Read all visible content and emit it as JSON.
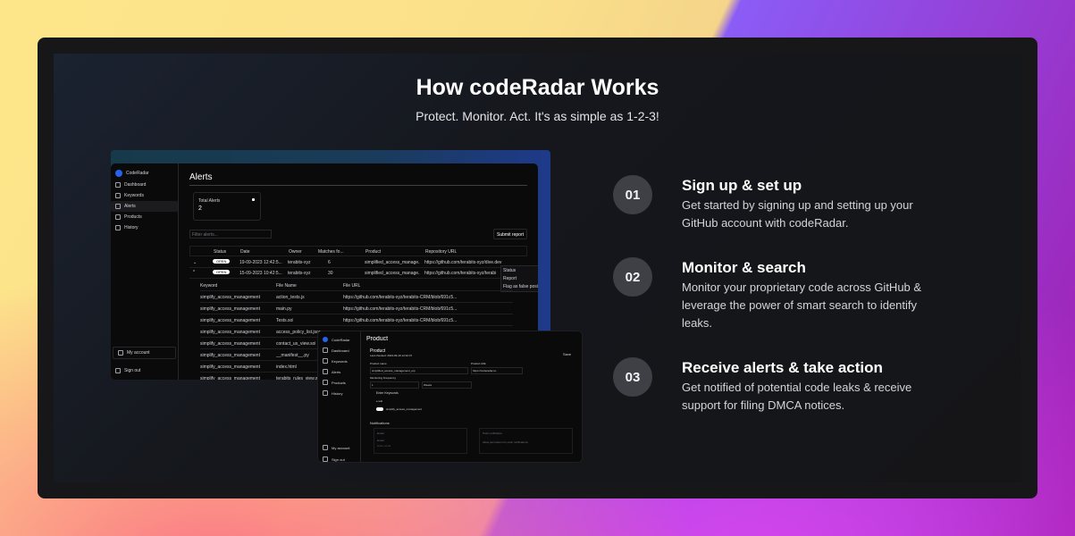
{
  "title": "How codeRadar Works",
  "subtitle": "Protect. Monitor. Act. It's as simple as 1-2-3!",
  "alerts_app": {
    "brand": "CodeRadar",
    "nav": [
      "Dashboard",
      "Keywords",
      "Alerts",
      "Products",
      "History"
    ],
    "footer": [
      "My account",
      "Sign out"
    ],
    "page_title": "Alerts",
    "stat_label": "Total Alerts",
    "stat_value": "2",
    "filter_placeholder": "Filter alerts...",
    "submit_label": "Submit report",
    "columns": [
      "Status",
      "Date",
      "Owner",
      "Matches fo...",
      "Product",
      "Repository URL"
    ],
    "rows": [
      {
        "status": "OPEN",
        "date": "19-09-2023 12:42:5...",
        "owner": "terabits-xyz",
        "matches": "6",
        "product": "simplified_access_manage...",
        "url": "https://github.com/terabits-xyz/dive.dev"
      },
      {
        "status": "OPEN",
        "date": "15-09-2023 10:42:5...",
        "owner": "terabits-xyz",
        "matches": "30",
        "product": "simplified_access_manage...",
        "url": "https://github.com/terabits-xyz/terabi"
      }
    ],
    "menu": [
      "Status",
      "Report",
      "Flag as false positive"
    ],
    "sub_columns": [
      "Keyword",
      "File Name",
      "File URL"
    ],
    "sub_rows": [
      [
        "simplify_access_management",
        "action_tests.js",
        "https://github.com/terabits-xyz/terabits-CRM/blob/691c5..."
      ],
      [
        "simplify_access_management",
        "main.py",
        "https://github.com/terabits-xyz/terabits-CRM/blob/691c5..."
      ],
      [
        "simplify_access_management",
        "Tests.sol",
        "https://github.com/terabits-xyz/terabits-CRM/blob/691c5..."
      ],
      [
        "simplify_access_management",
        "access_policy_list.json",
        ""
      ],
      [
        "simplify_access_management",
        "contact_us_view.sol",
        ""
      ],
      [
        "simplify_access_management",
        "__manifest__.py",
        ""
      ],
      [
        "simplify_access_management",
        "index.html",
        ""
      ],
      [
        "simplify_access_management",
        "terabits_rules_view.xml",
        ""
      ]
    ]
  },
  "product_app": {
    "brand": "CodeRadar",
    "nav": [
      "Dashboard",
      "Keywords",
      "Alerts",
      "Products",
      "History"
    ],
    "footer": [
      "My account",
      "Sign out"
    ],
    "page_title": "Product",
    "section": "Product",
    "last_checked": "Last checked: 2023-09-19 12:42:47",
    "save_label": "Save",
    "product_name_label": "Product name",
    "product_name": "simplified_access_management_erp",
    "product_url_label": "Product URL",
    "product_url": "https://coderadar.co",
    "freq_label": "Monitoring Frequency",
    "freq_value": "1",
    "freq_unit": "Weeks",
    "keywords_label": "Enter Keywords",
    "keyword_input": "e.sub",
    "keyword": "simplify_access_management",
    "notifications": "Notifications",
    "email_label": "Email",
    "email_field": "Email",
    "email_placeholder": "Enter email",
    "push_label": "Push notification",
    "push_text": "Allow permission for push notifications"
  },
  "steps": [
    {
      "num": "01",
      "title": "Sign up & set up",
      "desc": "Get started by signing up and setting up your GitHub account with codeRadar."
    },
    {
      "num": "02",
      "title": "Monitor & search",
      "desc": "Monitor your proprietary code across GitHub & leverage the power of smart search to identify leaks."
    },
    {
      "num": "03",
      "title": "Receive alerts & take action",
      "desc": "Get notified of potential code leaks & receive support for filing DMCA notices."
    }
  ]
}
